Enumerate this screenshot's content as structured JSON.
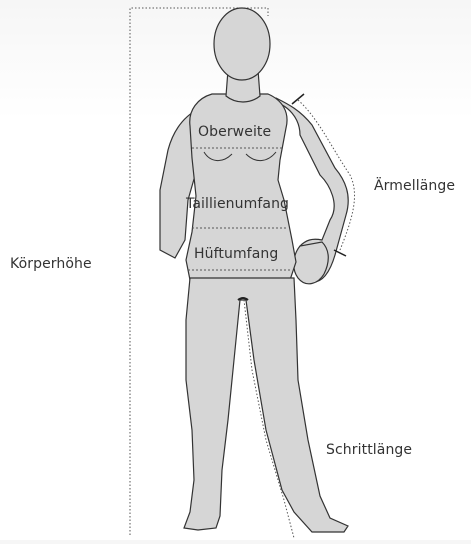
{
  "labels": {
    "body_height": "Körperhöhe",
    "bust": "Oberweite",
    "waist": "Taillienumfang",
    "hip": "Hüftumfang",
    "arm_length": "Ärmellänge",
    "inseam": "Schrittlänge"
  },
  "colors": {
    "figure_fill": "#d6d6d6",
    "figure_stroke": "#333333",
    "measure_line": "#555555",
    "text": "#333333"
  }
}
